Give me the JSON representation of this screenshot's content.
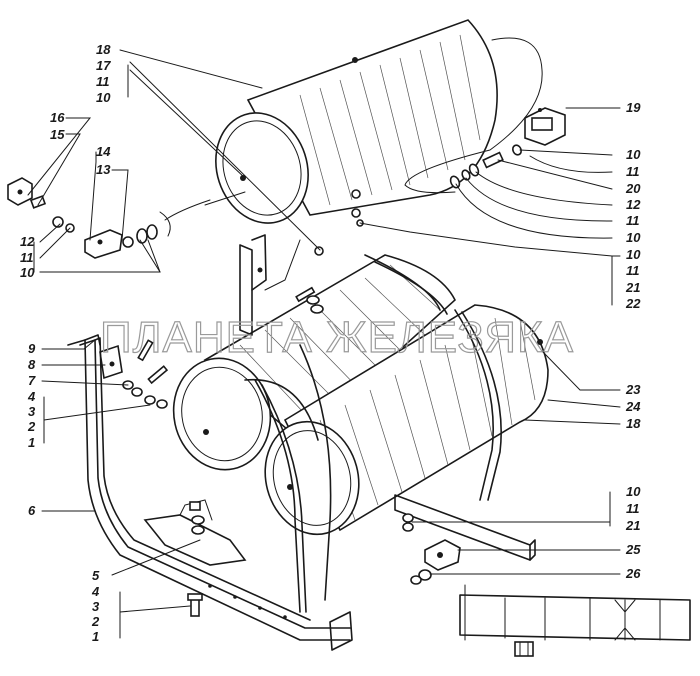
{
  "watermark": "ПЛАНЕТА ЖЕЛЕЗЯКА",
  "callouts": {
    "c1": [
      "18",
      "17",
      "11",
      "10"
    ],
    "c2": [
      "16",
      "15",
      "14",
      "13"
    ],
    "c3": [
      "12",
      "11",
      "10"
    ],
    "c4": [
      "19"
    ],
    "c5": [
      "10",
      "11",
      "20",
      "12",
      "11",
      "10"
    ],
    "c6": [
      "10",
      "11",
      "21",
      "22"
    ],
    "c7": [
      "9",
      "8",
      "7",
      "4",
      "3",
      "2",
      "1"
    ],
    "c8": [
      "23",
      "24",
      "18"
    ],
    "c9": [
      "6"
    ],
    "c10": [
      "10",
      "11",
      "21"
    ],
    "c11": [
      "25",
      "26"
    ],
    "c12": [
      "5"
    ],
    "c13": [
      "4",
      "3",
      "2",
      "1"
    ]
  }
}
